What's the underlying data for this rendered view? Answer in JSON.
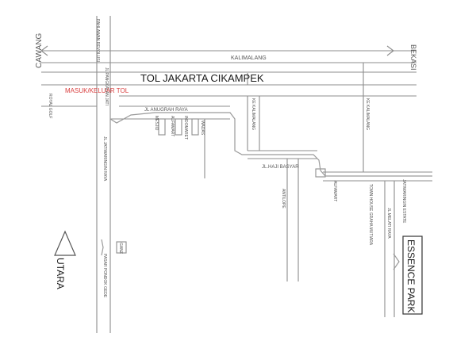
{
  "map": {
    "labels": {
      "cawang": "CAWANG",
      "bekasi": "BEKASI",
      "kalimalang": "KALIMALANG",
      "tol": "TOL JAKARTA CIKAMPEK",
      "masuk_keluar_tol": "MASUK/KELUAR TOL",
      "pahlawan_revolusi": "PAHLAWAN REVOLUSI",
      "jl_pangkalan_jati": "JL PANGKALAN JATI",
      "royal_golf": "ROYAL GOLF",
      "jl_anugrah_raya": "JL ANUGRAH RAYA",
      "masjid": "MESJID",
      "alfamart_1": "ALFAMART",
      "indomaret": "INDOMARET",
      "wadas": "WADAS",
      "ke_kalimalang_1": "KE KALIMALANG",
      "ke_kalimalang_2": "KE KALIMALANG",
      "jl_haji_basyar": "JL.HAJI BASYAR",
      "antilope": "ANTILOPE",
      "alfamart_2": "ALFAMART",
      "town_house": "TOWN HOUSE GRAHA MUTIARA",
      "jatiwaringin_estate": "JATIWARINGIN ESTATE",
      "jl_jatiwaringin_raya": "JL.JATIWARINGIN RAYA",
      "ganz": "GANZ",
      "pasar_pondok_gede": "PASAR PONDOK GEDE",
      "jl_melati_raya": "JL.MELATI RAYA",
      "essence_park": "ESSENCE PARK",
      "utara": "UTARA"
    }
  }
}
